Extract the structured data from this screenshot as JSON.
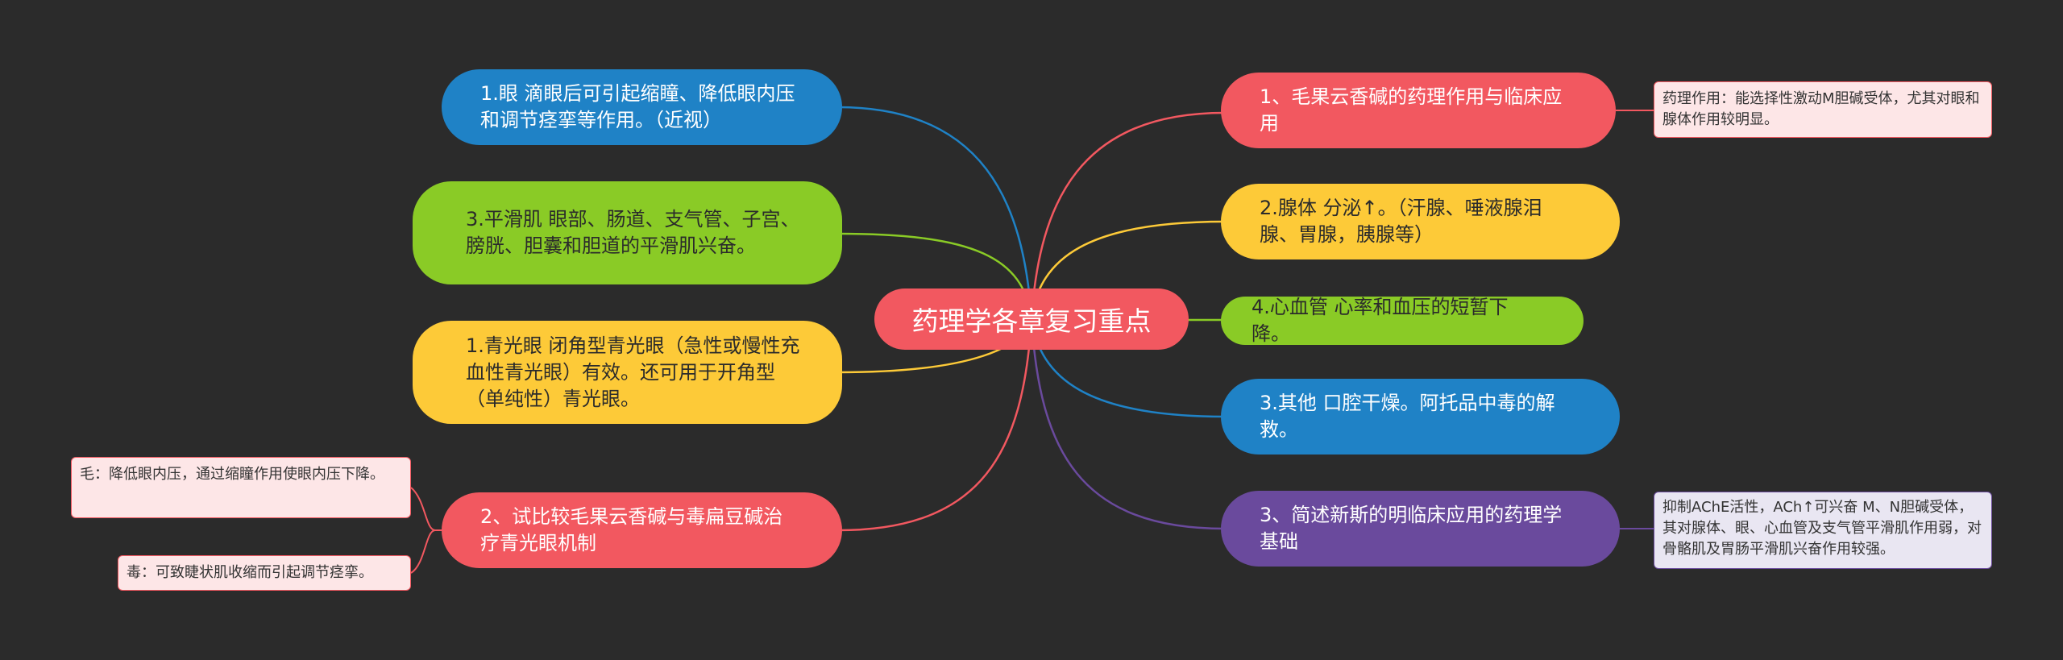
{
  "center": {
    "label": "药理学各章复习重点",
    "color": "#f25860"
  },
  "right": [
    {
      "label": "1、毛果云香碱的药理作用与临床应用",
      "color": "#f25860"
    },
    {
      "label": "2.腺体 分泌↑。（汗腺、唾液腺泪腺、胃腺，胰腺等）",
      "color": "#fdca38"
    },
    {
      "label": "4.心血管 心率和血压的短暂下降。",
      "color": "#8acb26"
    },
    {
      "label": "3.其他 口腔干燥。阿托品中毒的解救。",
      "color": "#1f82c6"
    },
    {
      "label": "3、简述新斯的明临床应用的药理学基础",
      "color": "#6a4a9d"
    }
  ],
  "left": [
    {
      "label": "1.眼 滴眼后可引起缩瞳、降低眼内压和调节痉挛等作用。（近视）",
      "color": "#1f82c6"
    },
    {
      "label": "3.平滑肌 眼部、肠道、支气管、子宫、膀胱、胆囊和胆道的平滑肌兴奋。",
      "color": "#8acb26"
    },
    {
      "label": "1.青光眼 闭角型青光眼（急性或慢性充血性青光眼）有效。还可用于开角型（单纯性）青光眼。",
      "color": "#fdca38"
    },
    {
      "label": "2、试比较毛果云香碱与毒扁豆碱治疗青光眼机制",
      "color": "#f25860"
    }
  ],
  "notes": {
    "pilocarpine_pharmacology": {
      "text": "药理作用：能选择性激动M胆碱受体，尤其对眼和腺体作用较明显。",
      "bg": "#fde6e7",
      "border": "#f25860"
    },
    "neostigmine_basis": {
      "text": "抑制AChE活性，ACh↑可兴奋 M、N胆碱受体，其对腺体、眼、心血管及支气管平滑肌作用弱，对骨骼肌及胃肠平滑肌兴奋作用较强。",
      "bg": "#e9e6f2",
      "border": "#6a4a9d"
    },
    "pilocarpine_mechanism": {
      "text": "毛：降低眼内压，通过缩瞳作用使眼内压下降。",
      "bg": "#fde6e7",
      "border": "#f25860"
    },
    "physostigmine_mechanism": {
      "text": "毒：可致睫状肌收缩而引起调节痉挛。",
      "bg": "#fde6e7",
      "border": "#f25860"
    }
  }
}
